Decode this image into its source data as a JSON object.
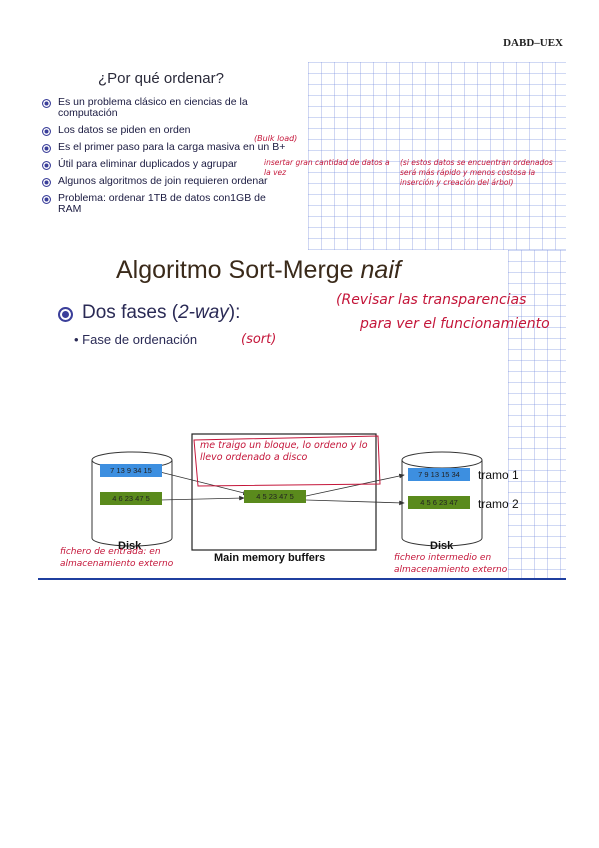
{
  "header": "DABD–UEX",
  "slide1": {
    "title": "¿Por qué ordenar?",
    "bullets": [
      "Es un problema clásico en ciencias de la computación",
      "Los datos se piden en orden",
      "Es el primer paso para la carga masiva en un B+",
      "Útil para eliminar duplicados y agrupar",
      "Algunos algoritmos de join requieren ordenar",
      "Problema: ordenar 1TB de datos con1GB de RAM"
    ],
    "notes": {
      "bulk_load": "(Bulk load)",
      "insertar": "insertar gran cantidad de datos a la vez",
      "si_estos": "(si estos datos se encuentran ordenados será más rápido y menos costosa la inserción y creación del árbol)"
    }
  },
  "slide2": {
    "title_main": "Algoritmo Sort-Merge ",
    "title_italic": "naif",
    "fases_prefix": "Dos fases (",
    "fases_italic": "2-way",
    "fases_suffix": "):",
    "sub": "• Fase de ordenación",
    "notes": {
      "sort": "(sort)",
      "revisar1": "(Revisar las transparencias",
      "revisar2": "para ver el funcionamiento",
      "me_traigo": "me traigo un bloque, lo ordeno y lo llevo ordenado a disco",
      "fichero_entrada": "fichero de entrada: en almacenamiento externo",
      "fichero_intermedio": "fichero intermedio en almacenamiento externo"
    },
    "diagram": {
      "left_block1": "7 13 9 34 15",
      "left_block2": "4 6 23 47 5",
      "buffer_block": "4 5 23 47 5",
      "right_block1": "7 9 13 15 34",
      "right_block2": "4 5 6 23 47",
      "disk_left": "Disk",
      "disk_right": "Disk",
      "buffers_label": "Main memory buffers",
      "tramo1": "tramo 1",
      "tramo2": "tramo 2"
    }
  }
}
